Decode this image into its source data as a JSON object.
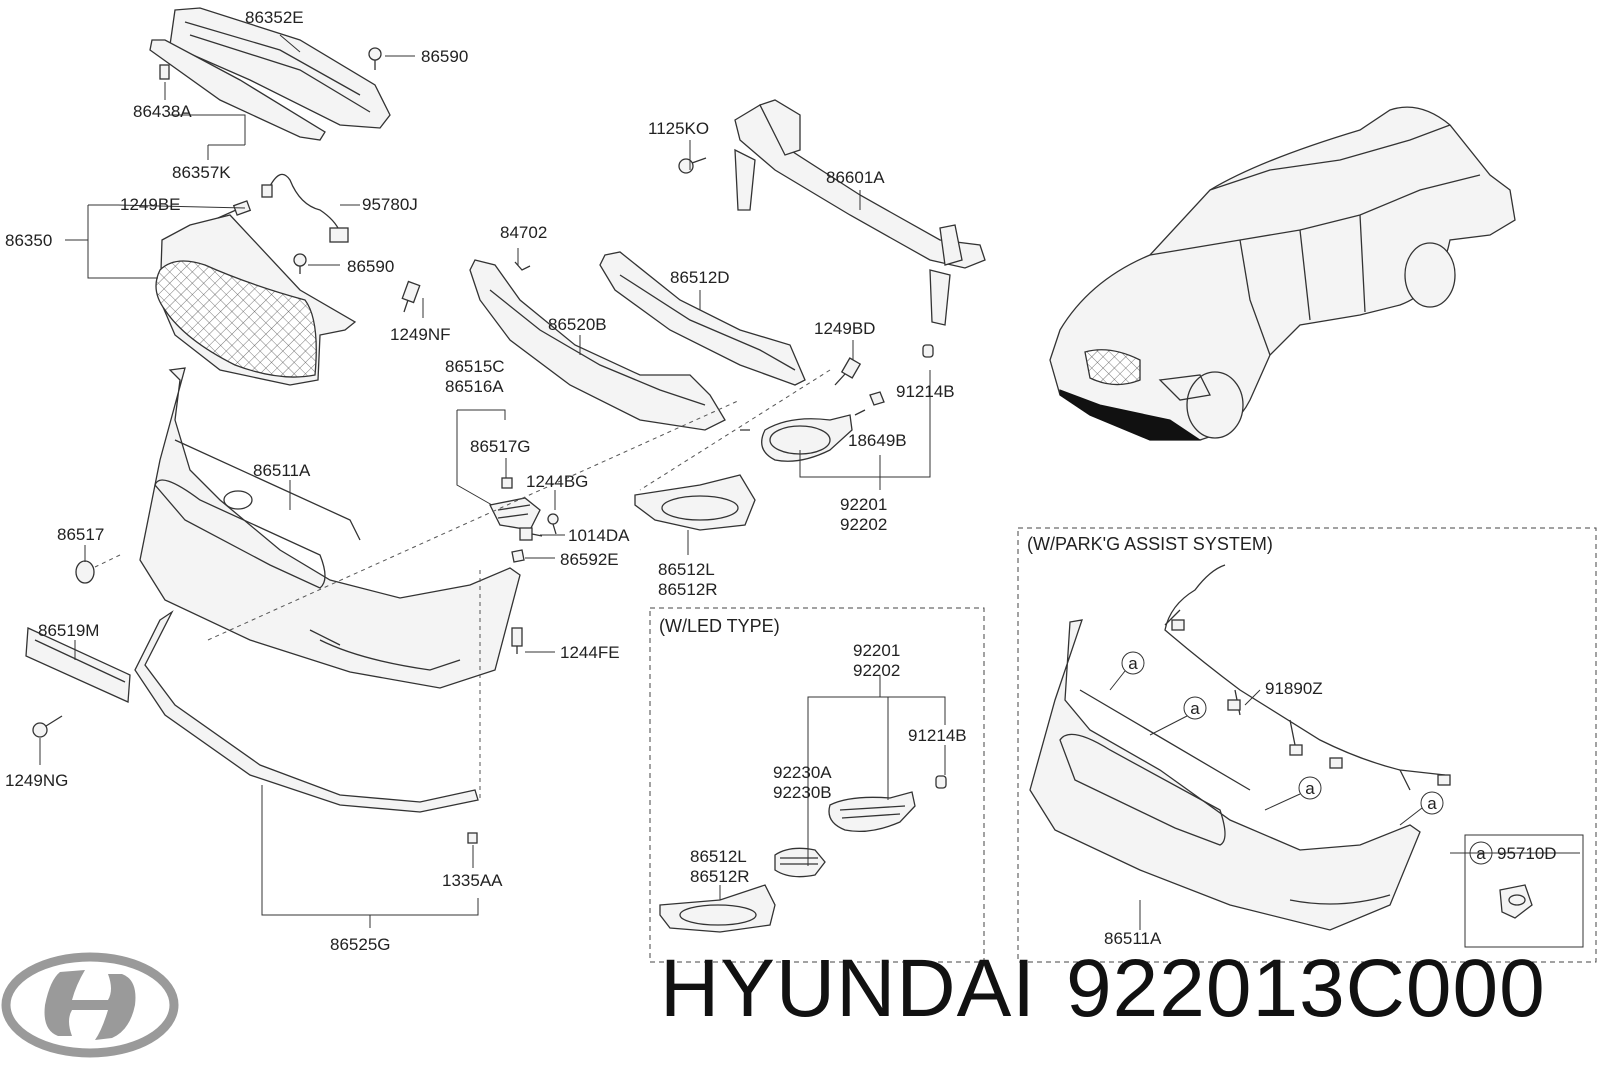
{
  "brand": {
    "name": "HYUNDAI",
    "part_number": "922013C000"
  },
  "logo": {
    "icon": "hyundai-logo-icon",
    "color": "#9a9a9a"
  },
  "boxes": {
    "led_type": {
      "title": "(W/LED TYPE)"
    },
    "park_assist": {
      "title": "(W/PARK'G ASSIST SYSTEM)"
    }
  },
  "callout_marker": "a",
  "labels": [
    "86352E",
    "86590",
    "86438A",
    "86357K",
    "1249BE",
    "95780J",
    "86350",
    "86590",
    "1249NF",
    "84702",
    "86520B",
    "86512D",
    "1125KO",
    "86601A",
    "1249BD",
    "91214B",
    "86515C",
    "86516A",
    "86517G",
    "1244BG",
    "1014DA",
    "86592E",
    "86511A",
    "86517",
    "86519M",
    "1249NG",
    "1244FE",
    "1335AA",
    "86525G",
    "18649B",
    "92201",
    "92202",
    "86512L",
    "86512R",
    "92201",
    "92202",
    "91214B",
    "92230A",
    "92230B",
    "86512L",
    "86512R",
    "91890Z",
    "95710D",
    "86511A"
  ],
  "colors": {
    "line": "#333333",
    "text": "#222222",
    "dashed_box": "#444444",
    "logo": "#9a9a9a"
  }
}
